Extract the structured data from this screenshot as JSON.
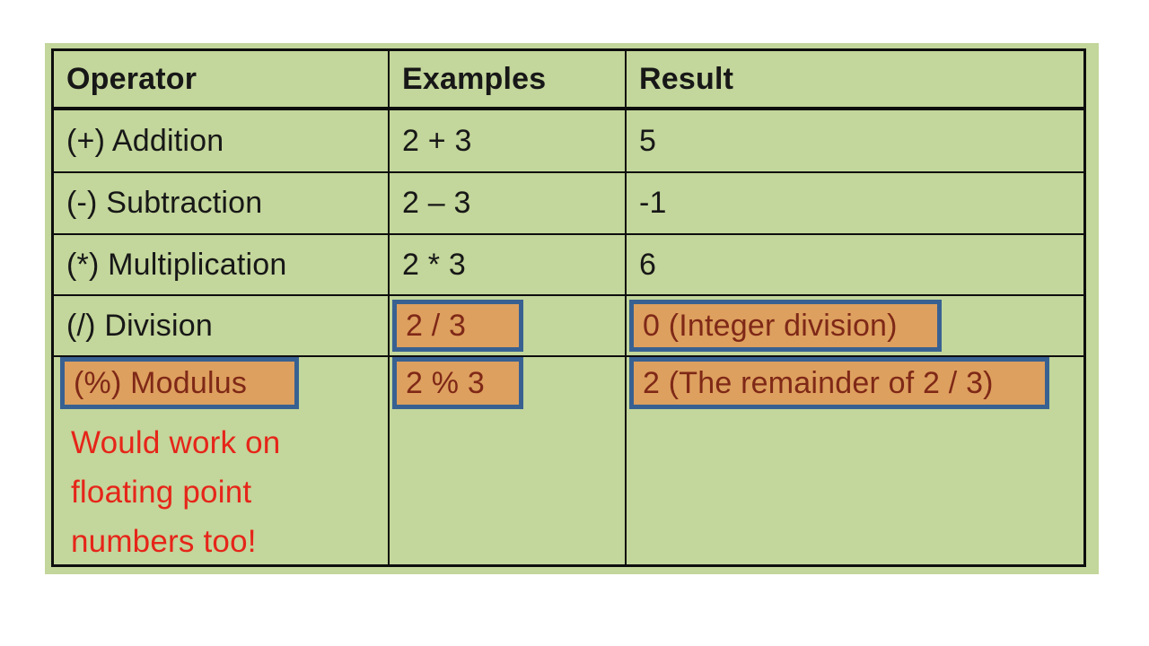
{
  "table": {
    "headers": {
      "operator": "Operator",
      "examples": "Examples",
      "result": "Result"
    },
    "rows": [
      {
        "operator": "(+) Addition",
        "example": "2 + 3",
        "result": "5"
      },
      {
        "operator": "(-) Subtraction",
        "example": "2 – 3",
        "result": "-1"
      },
      {
        "operator": "(*) Multiplication",
        "example": "2 * 3",
        "result": "6"
      },
      {
        "operator": "(/) Division",
        "example": "2 / 3",
        "result": "0 (Integer division)"
      },
      {
        "operator": "(%) Modulus",
        "example": "2 % 3",
        "result": "2 (The remainder of 2 / 3)"
      }
    ],
    "note_lines": [
      "Would work on",
      "floating point",
      "numbers too!"
    ]
  },
  "colors": {
    "panel_bg": "#c3d69b",
    "cell_bg": "#c3d69b",
    "line": "#0d0d0d",
    "text": "#171717",
    "highlight_bg": "#dda05f",
    "highlight_border": "#386192",
    "highlight_text": "#7f2817",
    "note_color": "#e62519"
  }
}
